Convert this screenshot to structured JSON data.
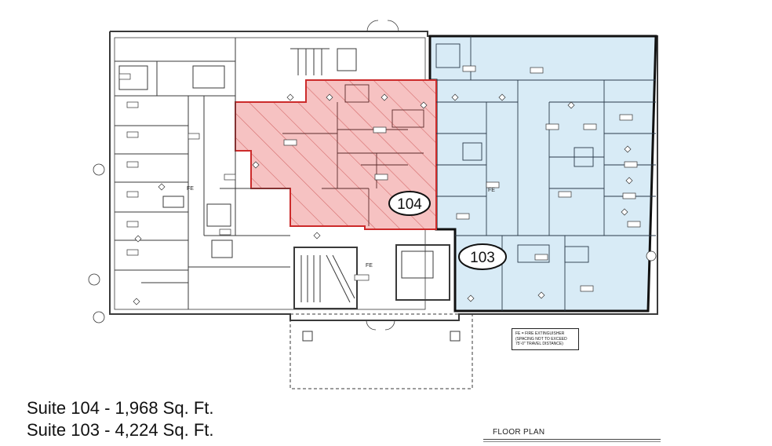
{
  "suites": [
    {
      "number": "104",
      "label": "Suite 104 - 1,968 Sq. Ft."
    },
    {
      "number": "103",
      "label": "Suite 103 - 4,224 Sq. Ft."
    }
  ],
  "plan_title": "FLOOR PLAN",
  "legend_text": "FE = FIRE EXTINGUISHER (SPACING NOT TO EXCEED 75'-0\" TRAVEL DISTANCE)",
  "fe_label": "FE",
  "colors": {
    "suite_104_fill": "#f6c2c2",
    "suite_104_outline": "#cc2b2b",
    "suite_103_fill": "#d8ebf6",
    "suite_103_outline": "#111111",
    "wall": "#3a3a3a"
  }
}
